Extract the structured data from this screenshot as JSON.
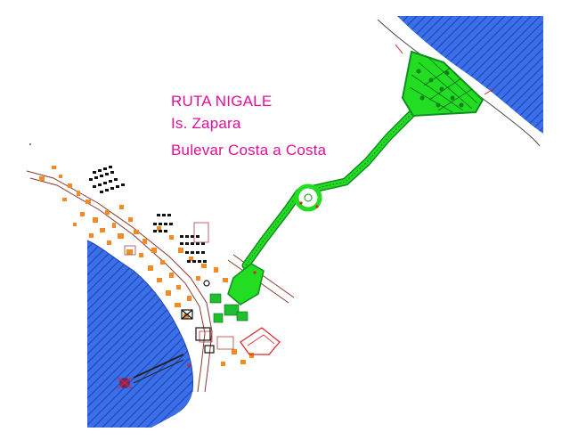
{
  "plan": {
    "title_lines": [
      "RUTA  NIGALE",
      "Is. Zapara",
      "Bulevar Costa a Costa"
    ],
    "colors": {
      "title": "#e0109a",
      "water_fill": "#3b6fe8",
      "water_hatch": "#1d44b8",
      "boulevard": "#22dd22",
      "boulevard_dark": "#0f8f1f",
      "building": "#f08c28",
      "road_line": "#8a3a2a",
      "accent_red": "#e02020",
      "black": "#000000"
    }
  }
}
